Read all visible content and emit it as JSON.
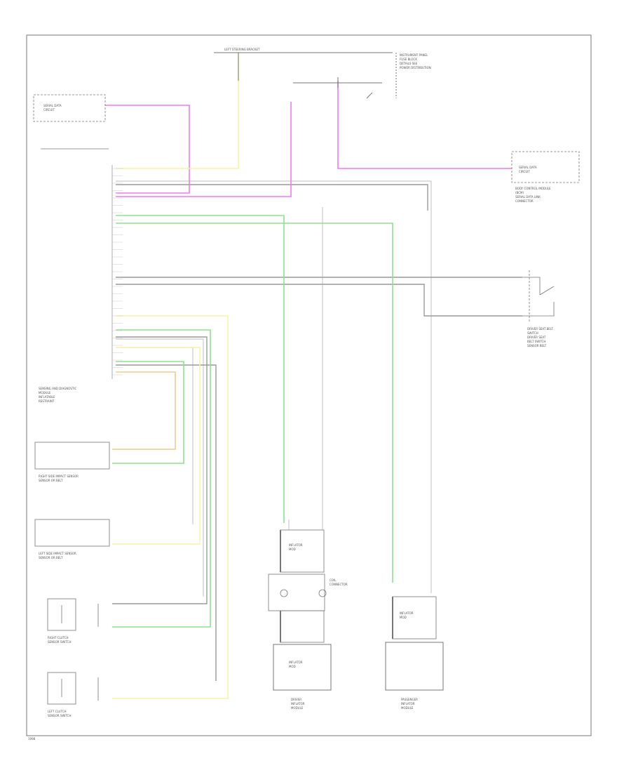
{
  "colors": {
    "pink": "#f27af0",
    "yellow": "#f6f3a8",
    "green": "#8fe08f",
    "lightgreen": "#a9ecb0",
    "orange": "#f3c98f",
    "gray": "#9a9a9a",
    "lightgray": "#cccccc",
    "dark": "#555555"
  },
  "labels": {
    "top_fuse": "LEFT STEERING BRACKET",
    "ip_note": "INSTRUMENT PANEL\nFUSE BLOCK\nDETAILS SEE\nPOWER DISTRIBUTION",
    "serial_data_left": "SERIAL DATA\nCIRCUIT",
    "serial_data_right": "SERIAL DATA\nCIRCUIT",
    "body_module": "BODY CONTROL MODULE\n(BCM)\nSERIAL DATA LINK\nCONNECTOR",
    "seat_belt_switch": "DRIVER SEAT BELT\nSWITCH\nDRIVER SEAT\nBELT SWITCH\nSENSOR BELT",
    "sensing_module": "SENSING AND DIAGNOSTIC\nMODULE\nINFLATABLE\nRESTRAINT",
    "right_sensor": "RIGHT SIDE IMPACT SENSOR\nSENSOR OR BELT",
    "left_sensor": "LEFT SIDE IMPACT SENSOR\nSENSOR OR BELT",
    "right_clutch": "RIGHT CLUTCH\nSENSOR SWITCH",
    "left_clutch": "LEFT CLUTCH\nSENSOR SWITCH",
    "driver_module": "DRIVER\nINFLATOR\nMODULE",
    "passenger_module": "PASSENGER\nINFLATOR\nMODULE",
    "inflator_label": "INFLATOR\nMOD",
    "coil": "COIL\nCONNECTOR",
    "page_id": "1998"
  }
}
